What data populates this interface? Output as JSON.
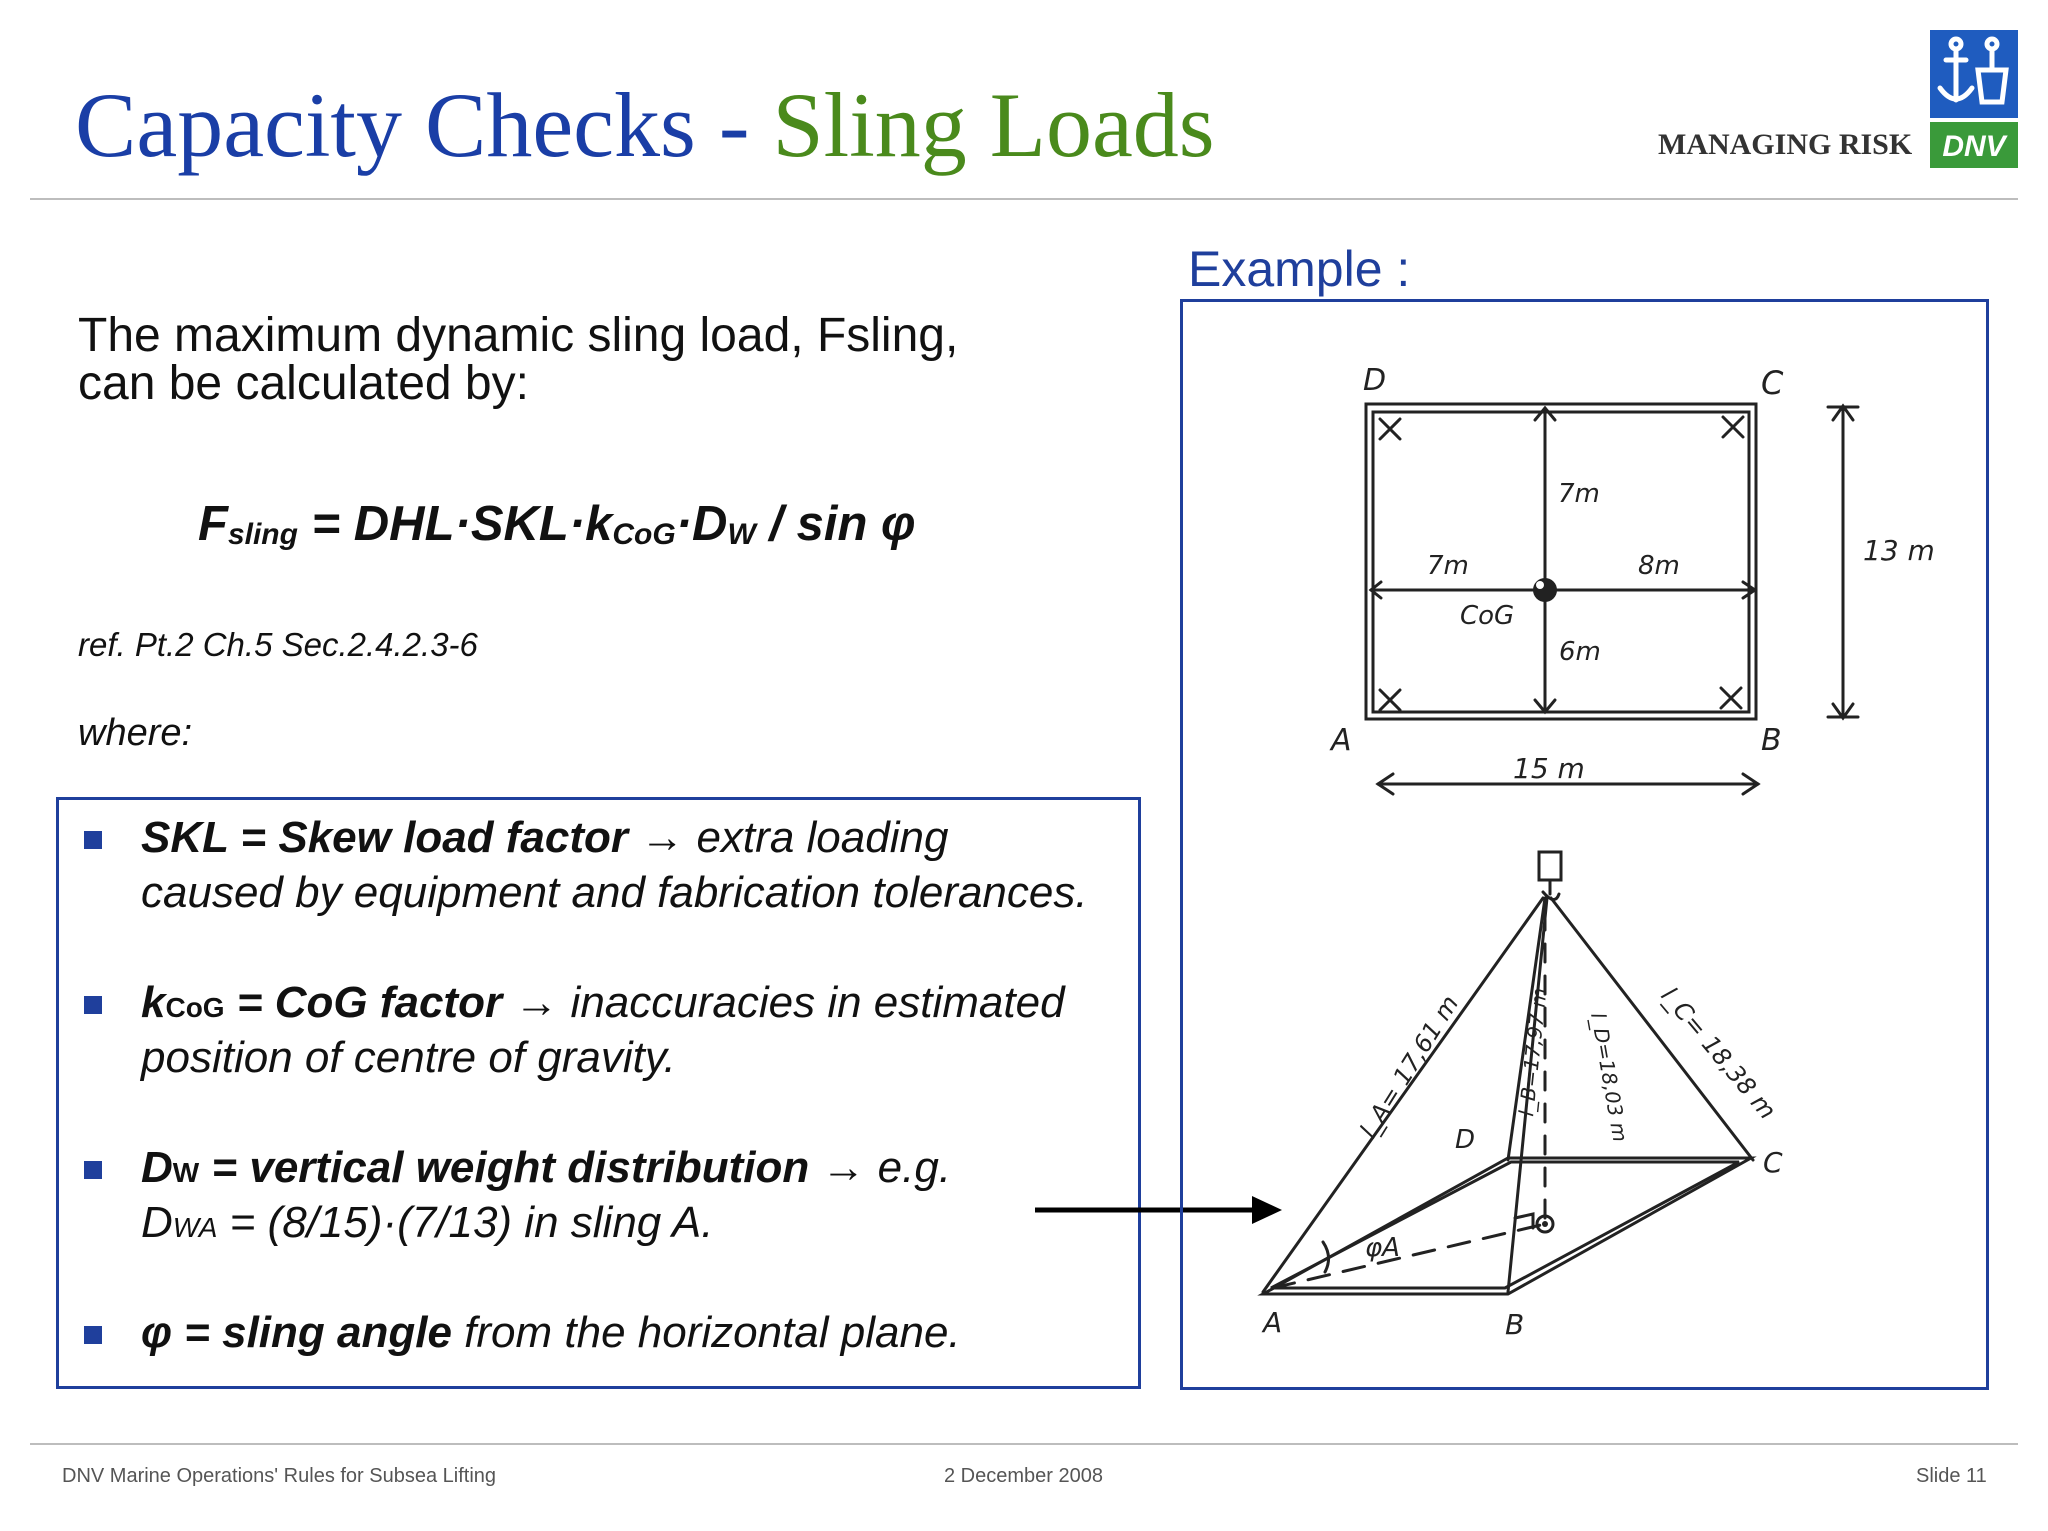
{
  "header": {
    "title_part1": "Capacity Checks -",
    "title_part2": "Sling Loads",
    "tagline": "MANAGING RISK",
    "logo_text": "DNV",
    "colors": {
      "title_blue": "#1a3ea6",
      "title_green": "#4a8a1c",
      "logo_blue": "#1f5cbf",
      "logo_green": "#3a9a3a"
    }
  },
  "intro": {
    "line1": "The maximum dynamic sling load, Fsling,",
    "line2": "can be calculated by:"
  },
  "formula": {
    "f": "F",
    "f_sub": "sling",
    "part_a": " = DHL·SKL·k",
    "k_sub": "CoG",
    "part_b": "·D",
    "d_sub": "W",
    "part_c": "  / sin φ"
  },
  "reference": "ref. Pt.2 Ch.5 Sec.2.4.2.3-6",
  "where_label": "where:",
  "definitions": {
    "skl": {
      "bold": "SKL = Skew load factor",
      "rest": " → extra loading",
      "line2": "caused by equipment and fabrication tolerances."
    },
    "kcog": {
      "bold_k": "k",
      "bold_sub": "CoG",
      "bold_rest": "  = CoG factor",
      "rest": " → inaccuracies in estimated",
      "line2": "position of centre of gravity."
    },
    "dw": {
      "bold_d": "D",
      "bold_sub": "W",
      "bold_rest": " = vertical weight distribution",
      "rest": " →   e.g.",
      "line2_d": "D",
      "line2_sub": "WA",
      "line2_rest": " =  (8/15)·(7/13)  in sling A."
    },
    "phi": {
      "bold": "φ = sling angle",
      "rest": " from the horizontal plane."
    }
  },
  "example": {
    "label": "Example :",
    "plan": {
      "corner_a": "A",
      "corner_b": "B",
      "corner_c": "C",
      "corner_d": "D",
      "dim_top": "7m",
      "dim_left": "7m",
      "dim_right": "8m",
      "dim_bottom": "6m",
      "cog": "CoG",
      "width": "15 m",
      "height": "13 m"
    },
    "pyramid": {
      "corner_a": "A",
      "corner_b": "B",
      "corner_c": "C",
      "corner_d": "D",
      "sling_a": "l_A= 17,61 m",
      "sling_b": "l_B=17,97 m",
      "sling_c": "l_C= 18,38 m",
      "sling_d": "l_D=18,03 m",
      "angle": "φA"
    }
  },
  "footer": {
    "left": "DNV Marine Operations' Rules for Subsea Lifting",
    "date": "2 December 2008",
    "slide": "Slide 11"
  }
}
